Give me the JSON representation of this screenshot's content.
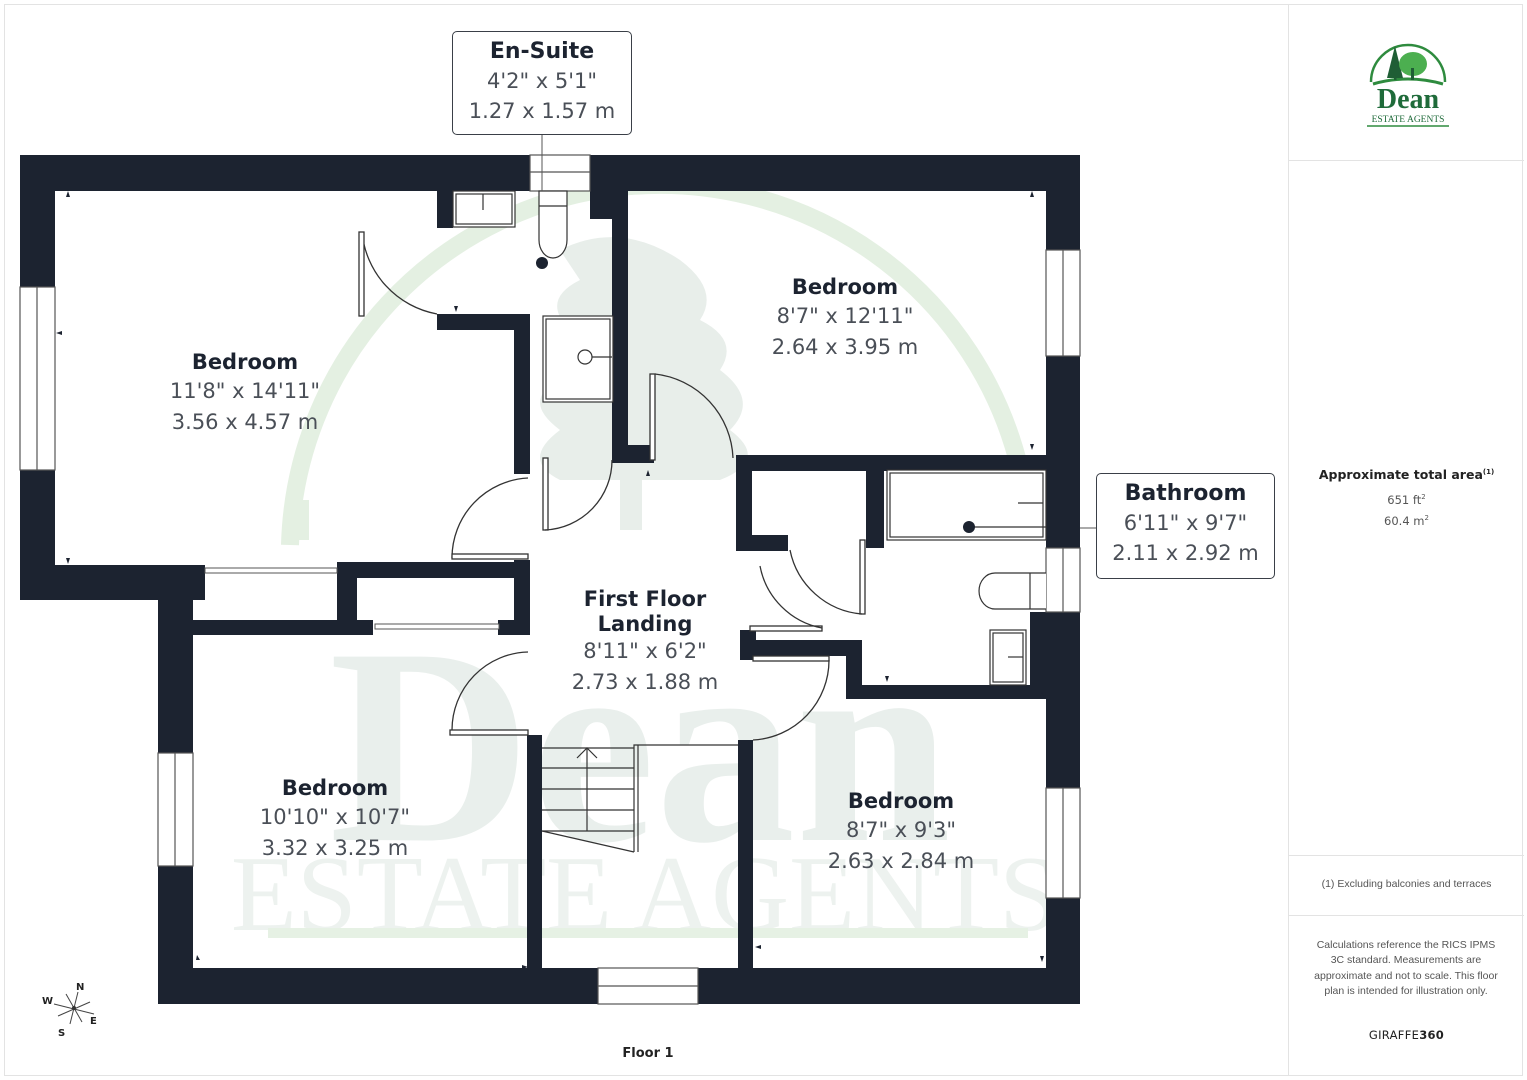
{
  "plan": {
    "floor_label": "Floor 1",
    "compass": {
      "n": "N",
      "e": "E",
      "s": "S",
      "w": "W"
    },
    "watermark": {
      "line1": "Dean",
      "line2": "ESTATE AGENTS"
    },
    "rooms": {
      "bedroom_1": {
        "name": "Bedroom",
        "imperial": "11'8\" x 14'11\"",
        "metric": "3.56 x 4.57 m"
      },
      "bedroom_2": {
        "name": "Bedroom",
        "imperial": "8'7\" x 12'11\"",
        "metric": "2.64 x 3.95 m"
      },
      "bedroom_3": {
        "name": "Bedroom",
        "imperial": "10'10\" x 10'7\"",
        "metric": "3.32 x 3.25 m"
      },
      "bedroom_4": {
        "name": "Bedroom",
        "imperial": "8'7\" x 9'3\"",
        "metric": "2.63 x 2.84 m"
      },
      "landing": {
        "name_line1": "First Floor",
        "name_line2": "Landing",
        "imperial": "8'11\" x 6'2\"",
        "metric": "2.73 x 1.88 m"
      },
      "en_suite": {
        "name": "En-Suite",
        "imperial": "4'2\" x 5'1\"",
        "metric": "1.27 x 1.57 m"
      },
      "bathroom": {
        "name": "Bathroom",
        "imperial": "6'11\" x 9'7\"",
        "metric": "2.11 x 2.92 m"
      }
    }
  },
  "sidebar": {
    "logo": {
      "name": "Dean",
      "tagline": "ESTATE AGENTS"
    },
    "area": {
      "title": "Approximate total area",
      "footnote_marker": "(1)",
      "imperial_value": "651 ft",
      "imperial_unit_sup": "2",
      "metric_value": "60.4 m",
      "metric_unit_sup": "2"
    },
    "footnote": "(1) Excluding balconies and terraces",
    "disclaimer": "Calculations reference the RICS IPMS 3C standard. Measurements are approximate and not to scale. This floor plan is intended for illustration only.",
    "brand": {
      "prefix": "GIRAFFE",
      "suffix": "360"
    }
  },
  "colors": {
    "wall": "#1c2330",
    "text_dark": "#1c2330",
    "text_dim": "#4a4f57",
    "watermark_green": "#e6f1e4",
    "logo_green": "#1f6b3a",
    "logo_light_green": "#4caf50",
    "border": "#e3e3e3"
  }
}
